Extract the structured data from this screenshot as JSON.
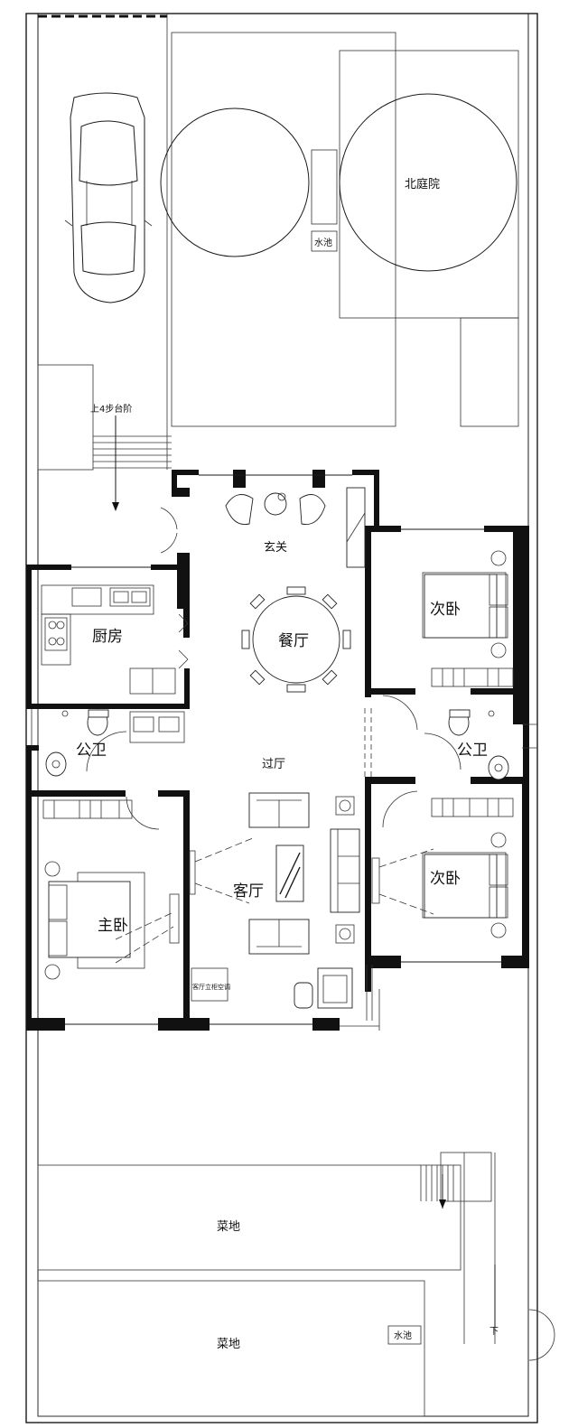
{
  "rooms": {
    "north_courtyard": "北庭院",
    "pond_north": "水池",
    "steps": "上4步台阶",
    "foyer": "玄关",
    "dining": "餐厅",
    "kitchen": "厨房",
    "bath_left": "公卫",
    "bath_right": "公卫",
    "hall": "过厅",
    "living": "客厅",
    "master_bedroom": "主卧",
    "bedroom_upper": "次卧",
    "bedroom_lower": "次卧",
    "living_note": "客厅立柜空调",
    "vegetable_plot_1": "菜地",
    "vegetable_plot_2": "菜地",
    "pond_south": "水池",
    "down": "下"
  }
}
